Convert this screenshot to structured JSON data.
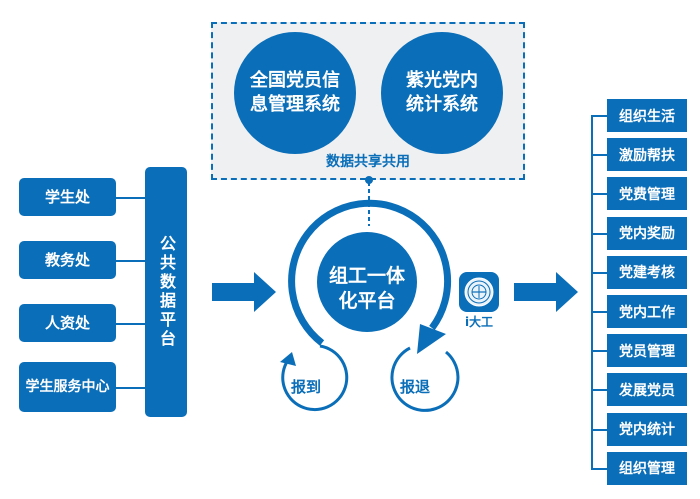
{
  "colors": {
    "primary": "#0a6eb8",
    "panel_bg": "#eff0f1",
    "background": "#ffffff"
  },
  "sources": [
    {
      "label": "学生处"
    },
    {
      "label": "教务处"
    },
    {
      "label": "人资处"
    },
    {
      "label": "学生服务中心"
    }
  ],
  "public_platform": {
    "label": "公共数据平台"
  },
  "shared_systems": {
    "systems": [
      {
        "label": "全国党员信息管理系统",
        "line1": "全国党员信",
        "line2": "息管理系统"
      },
      {
        "label": "紫光党内统计系统",
        "line1": "紫光党内",
        "line2": "统计系统"
      }
    ],
    "caption": "数据共享共用"
  },
  "core": {
    "line1": "组工一体",
    "line2": "化平台"
  },
  "cycle": {
    "check_in": "报到",
    "check_out": "报退"
  },
  "app": {
    "label": "i大工",
    "icon": "university-seal-icon"
  },
  "functions": [
    {
      "label": "组织生活"
    },
    {
      "label": "激励帮扶"
    },
    {
      "label": "党费管理"
    },
    {
      "label": "党内奖励"
    },
    {
      "label": "党建考核"
    },
    {
      "label": "党内工作"
    },
    {
      "label": "党员管理"
    },
    {
      "label": "发展党员"
    },
    {
      "label": "党内统计"
    },
    {
      "label": "组织管理"
    }
  ]
}
